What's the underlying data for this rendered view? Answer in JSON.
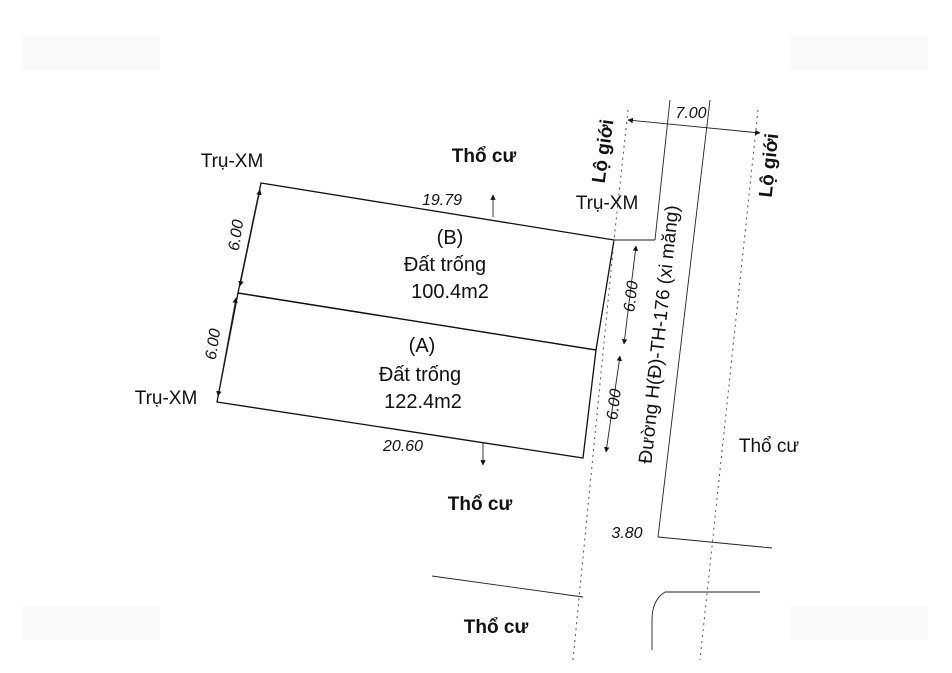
{
  "lots": [
    {
      "id": "(B)",
      "type": "Đất trống",
      "area": "100.4m2"
    },
    {
      "id": "(A)",
      "type": "Đất trống",
      "area": "122.4m2"
    }
  ],
  "markers": {
    "post_label": "Trụ-XM"
  },
  "neighbors": {
    "label": "Thổ cư"
  },
  "dimensions": {
    "top": "19.79",
    "bottom": "20.60",
    "left_upper": "6.00",
    "left_lower": "6.00",
    "right_upper": "6.00",
    "right_lower": "6.00",
    "road_width": "7.00",
    "side_gap": "3.80"
  },
  "road": {
    "name": "Đường H(Đ)-TH-176 (xi măng)",
    "boundary_label": "Lộ giới"
  }
}
